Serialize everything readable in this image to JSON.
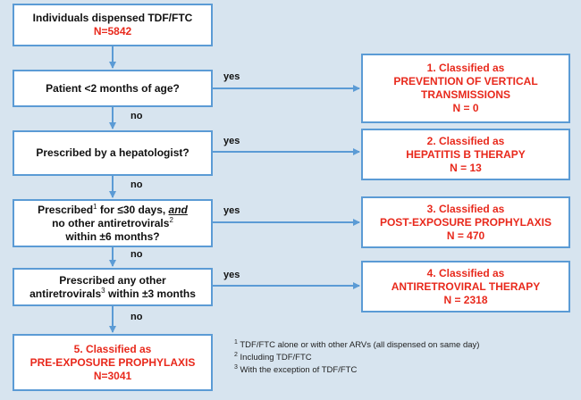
{
  "colors": {
    "box_border": "#5b9bd5",
    "arrow": "#5b9bd5",
    "highlight": "#e8291c",
    "background": "#d7e4ef"
  },
  "start": {
    "title": "Individuals dispensed TDF/FTC",
    "n": "N=5842"
  },
  "questions": [
    {
      "text": "Patient <2 months of age?"
    },
    {
      "text": "Prescribed by a hepatologist?"
    },
    {
      "pre": "Prescribed",
      "sup1": "1",
      "mid": " for ≤30 days, ",
      "and": "and",
      "line2": "no other antiretrovirals",
      "sup2": "2",
      "line3": "within ±6 months?"
    },
    {
      "line1": "Prescribed any other",
      "line2": "antiretrovirals",
      "sup": "3",
      "line3": " within ±3 months"
    }
  ],
  "outcomes": [
    {
      "head": "1. Classified as",
      "lines": [
        "PREVENTION OF VERTICAL",
        "TRANSMISSIONS"
      ],
      "n": "N = 0"
    },
    {
      "head": "2. Classified as",
      "lines": [
        "HEPATITIS B THERAPY"
      ],
      "n": "N = 13"
    },
    {
      "head": "3. Classified as",
      "lines": [
        "POST-EXPOSURE PROPHYLAXIS"
      ],
      "n": "N = 470"
    },
    {
      "head": "4. Classified as",
      "lines": [
        "ANTIRETROVIRAL THERAPY"
      ],
      "n": "N = 2318"
    }
  ],
  "final": {
    "head": "5. Classified as",
    "label": "PRE-EXPOSURE PROPHYLAXIS",
    "n": "N=3041"
  },
  "labels": {
    "yes": "yes",
    "no": "no"
  },
  "footnotes": [
    {
      "num": "1",
      "text": "TDF/FTC alone or with other ARVs (all dispensed on same day)"
    },
    {
      "num": "2",
      "text": "Including TDF/FTC"
    },
    {
      "num": "3",
      "text": "With the exception of TDF/FTC"
    }
  ]
}
